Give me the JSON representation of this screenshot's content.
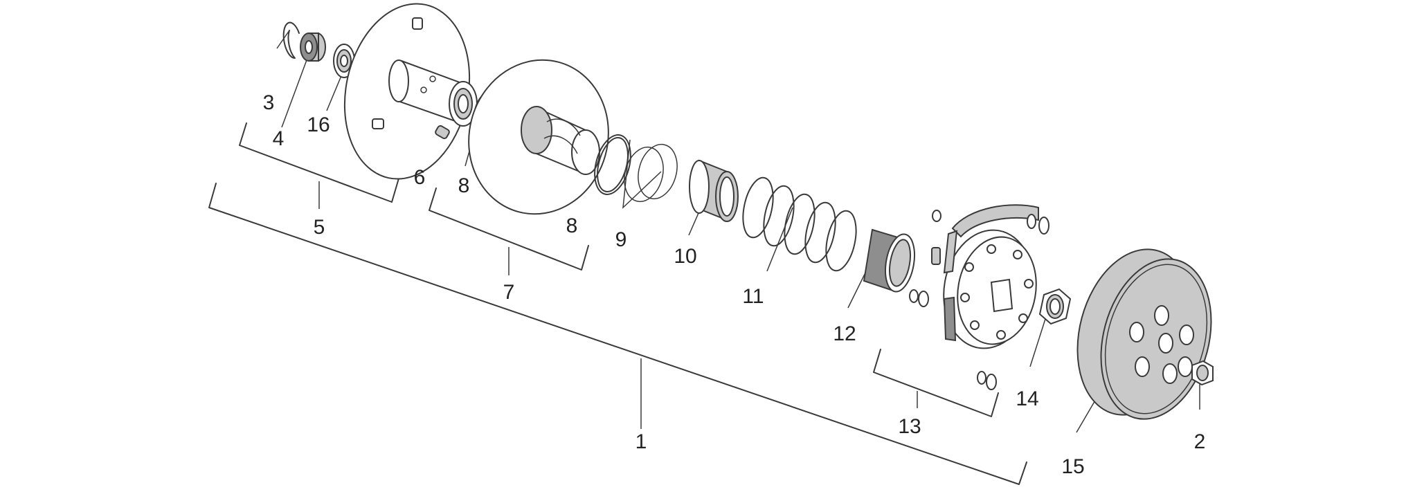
{
  "diagram": {
    "callouts": [
      {
        "id": "1",
        "text": "1"
      },
      {
        "id": "2",
        "text": "2"
      },
      {
        "id": "3",
        "text": "3"
      },
      {
        "id": "4",
        "text": "4"
      },
      {
        "id": "5",
        "text": "5"
      },
      {
        "id": "6",
        "text": "6"
      },
      {
        "id": "7",
        "text": "7"
      },
      {
        "id": "8a",
        "text": "8"
      },
      {
        "id": "8b",
        "text": "8"
      },
      {
        "id": "9",
        "text": "9"
      },
      {
        "id": "10",
        "text": "10"
      },
      {
        "id": "11",
        "text": "11"
      },
      {
        "id": "12",
        "text": "12"
      },
      {
        "id": "13",
        "text": "13"
      },
      {
        "id": "14",
        "text": "14"
      },
      {
        "id": "15",
        "text": "15"
      },
      {
        "id": "16",
        "text": "16"
      }
    ]
  }
}
